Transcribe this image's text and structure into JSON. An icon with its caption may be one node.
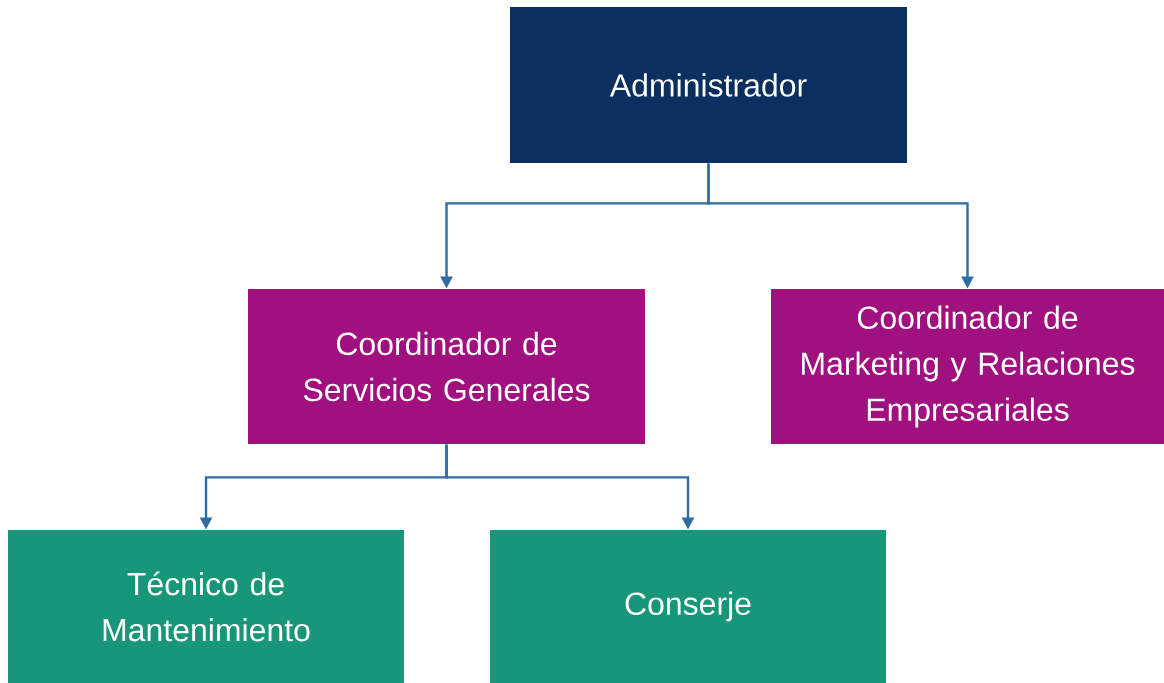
{
  "diagram": {
    "nodes": [
      {
        "text": [
          "Administrador"
        ]
      },
      {
        "text": [
          "Coordinador de Servicios Generales"
        ]
      },
      {
        "text": [
          "Coordinador de Marketing y Relaciones Empresariales"
        ]
      },
      {
        "text": [
          "Técnico de Mantenimiento"
        ]
      },
      {
        "text": [
          "Conserje"
        ]
      }
    ],
    "edges": [
      {
        "from": 0,
        "to": 1,
        "arrow": "to"
      },
      {
        "from": 0,
        "to": 2,
        "arrow": "to"
      },
      {
        "from": 1,
        "to": 3,
        "arrow": "to"
      },
      {
        "from": 1,
        "to": 4,
        "arrow": "to"
      }
    ]
  }
}
